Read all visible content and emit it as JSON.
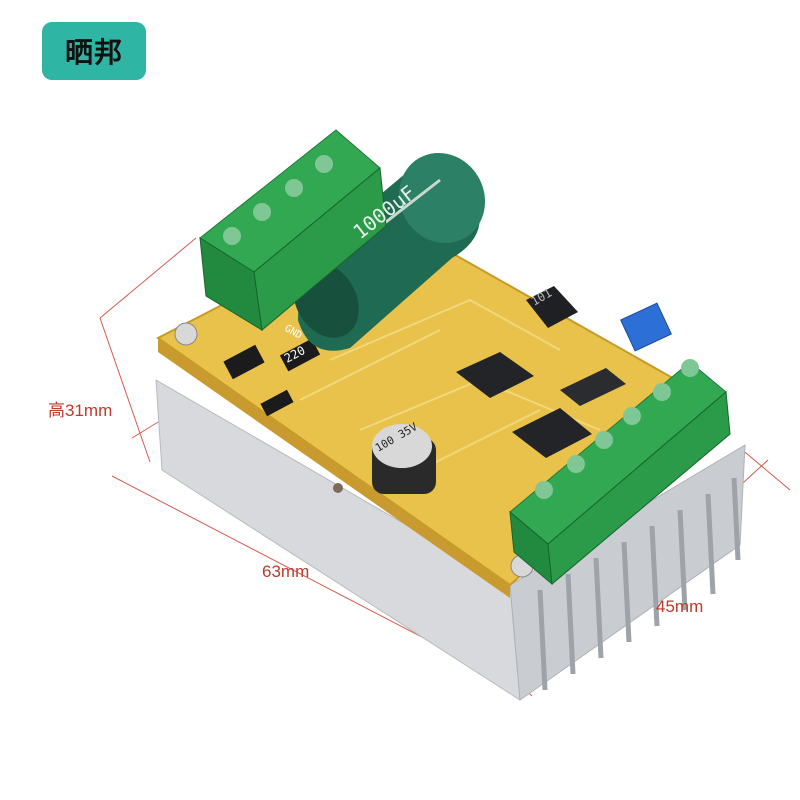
{
  "badge": {
    "text": "晒邦",
    "bg": "#2fb5a3"
  },
  "dimensions": {
    "height": "高31mm",
    "length": "63mm",
    "width": "45mm",
    "color": "#c0392b"
  },
  "board": {
    "capacitor_large": "1000uF",
    "capacitor_small": "100 35V",
    "inductor": "101",
    "resistor": "220",
    "silk_gnd": "GND"
  }
}
